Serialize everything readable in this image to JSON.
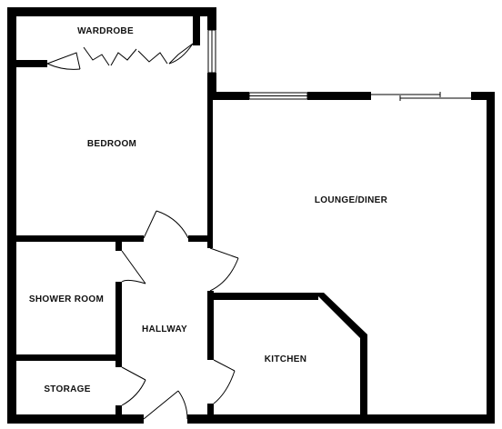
{
  "rooms": {
    "wardrobe": "WARDROBE",
    "bedroom": "BEDROOM",
    "lounge_diner": "LOUNGE/DINER",
    "shower_room": "SHOWER ROOM",
    "hallway": "HALLWAY",
    "kitchen": "KITCHEN",
    "storage": "STORAGE"
  },
  "colors": {
    "wall": "#000000",
    "background": "#ffffff"
  }
}
